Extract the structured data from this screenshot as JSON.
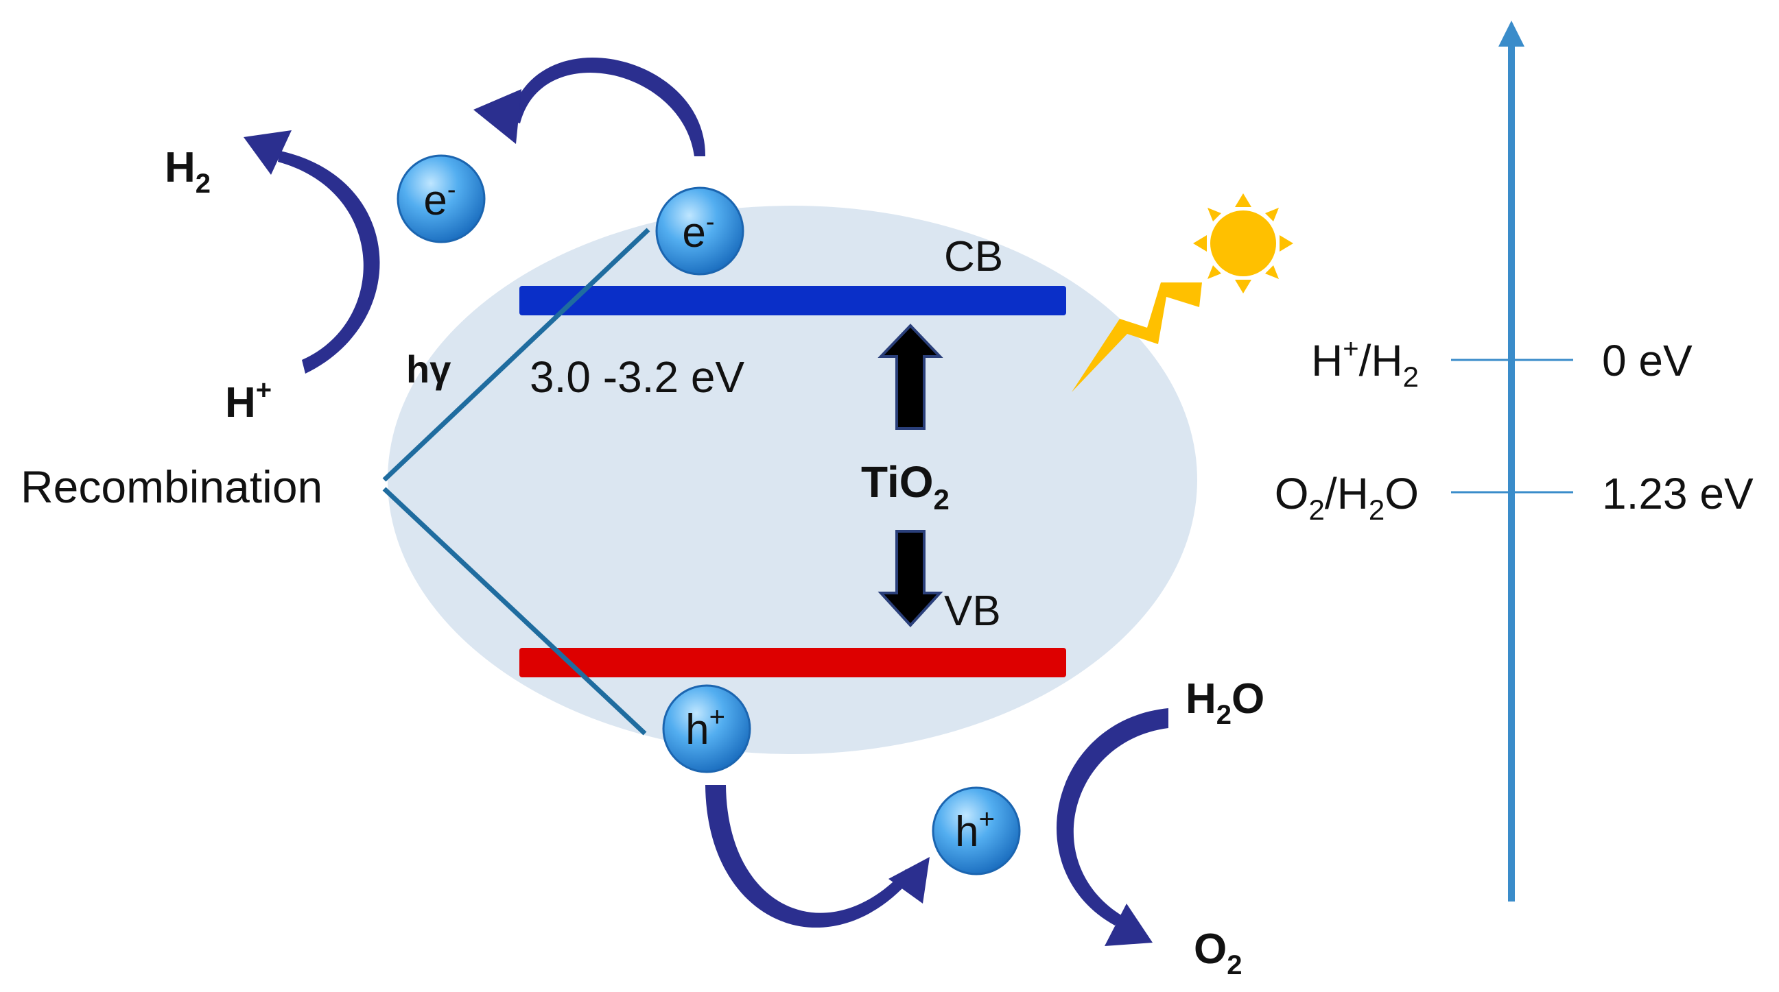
{
  "labels": {
    "h2_base": "H",
    "h2_sub": "2",
    "hplus_base": "H",
    "hplus_sup": "+",
    "recombination": "Recombination",
    "hv": "hγ",
    "bandgap": "3.0 -3.2 eV",
    "cb": "CB",
    "vb": "VB",
    "tio2_base": "TiO",
    "tio2_sub": "2",
    "h2o_h": "H",
    "h2o_sub": "2",
    "h2o_o": "O",
    "o2_base": "O",
    "o2_sub": "2"
  },
  "particles": {
    "electron_base": "e",
    "electron_sup": "-",
    "hole_base": "h",
    "hole_sup": "+"
  },
  "scale": {
    "level1_left": {
      "a": "H",
      "a_sup": "+",
      "sep": "/H",
      "b_sub": "2"
    },
    "level1_value": "0 eV",
    "level2_left": {
      "a": "O",
      "a_sub": "2",
      "sep": "/H",
      "b_sub": "2",
      "tail": "O"
    },
    "level2_value": "1.23 eV"
  },
  "colors": {
    "conduction_band": "#0a2fc8",
    "valence_band": "#dd0000",
    "particle": "#2f8fe0",
    "curved_arrow": "#2b2f8f",
    "scale_axis": "#3a8cca",
    "sun": "#ffc000",
    "crystal": "#dbe6f1"
  }
}
